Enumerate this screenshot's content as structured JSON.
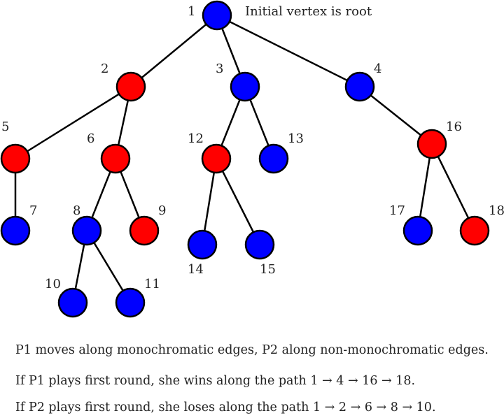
{
  "colors": {
    "red": "#ff0000",
    "blue": "#0000ff",
    "edge": "#000000"
  },
  "tree": {
    "root_note": "Initial vertex is root",
    "nodes": [
      {
        "id": "1",
        "label": "1",
        "color": "blue"
      },
      {
        "id": "2",
        "label": "2",
        "color": "red"
      },
      {
        "id": "3",
        "label": "3",
        "color": "blue"
      },
      {
        "id": "4",
        "label": "4",
        "color": "blue"
      },
      {
        "id": "5",
        "label": "5",
        "color": "red"
      },
      {
        "id": "6",
        "label": "6",
        "color": "red"
      },
      {
        "id": "7",
        "label": "7",
        "color": "blue"
      },
      {
        "id": "8",
        "label": "8",
        "color": "blue"
      },
      {
        "id": "9",
        "label": "9",
        "color": "red"
      },
      {
        "id": "10",
        "label": "10",
        "color": "blue"
      },
      {
        "id": "11",
        "label": "11",
        "color": "blue"
      },
      {
        "id": "12",
        "label": "12",
        "color": "red"
      },
      {
        "id": "13",
        "label": "13",
        "color": "blue"
      },
      {
        "id": "14",
        "label": "14",
        "color": "blue"
      },
      {
        "id": "15",
        "label": "15",
        "color": "blue"
      },
      {
        "id": "16",
        "label": "16",
        "color": "red"
      },
      {
        "id": "17",
        "label": "17",
        "color": "blue"
      },
      {
        "id": "18",
        "label": "18",
        "color": "red"
      }
    ],
    "edges": [
      [
        "1",
        "2"
      ],
      [
        "1",
        "3"
      ],
      [
        "1",
        "4"
      ],
      [
        "2",
        "5"
      ],
      [
        "2",
        "6"
      ],
      [
        "5",
        "7"
      ],
      [
        "6",
        "8"
      ],
      [
        "6",
        "9"
      ],
      [
        "8",
        "10"
      ],
      [
        "8",
        "11"
      ],
      [
        "3",
        "12"
      ],
      [
        "3",
        "13"
      ],
      [
        "12",
        "14"
      ],
      [
        "12",
        "15"
      ],
      [
        "4",
        "16"
      ],
      [
        "16",
        "17"
      ],
      [
        "16",
        "18"
      ]
    ]
  },
  "captions": {
    "line1": "P1 moves along monochromatic edges, P2 along non-monochromatic edges.",
    "line2": "If P1 plays first round, she wins along the path 1 → 4 → 16 → 18.",
    "line3": "If P2 plays first round, she loses along the path 1 → 2 → 6 → 8 → 10."
  }
}
